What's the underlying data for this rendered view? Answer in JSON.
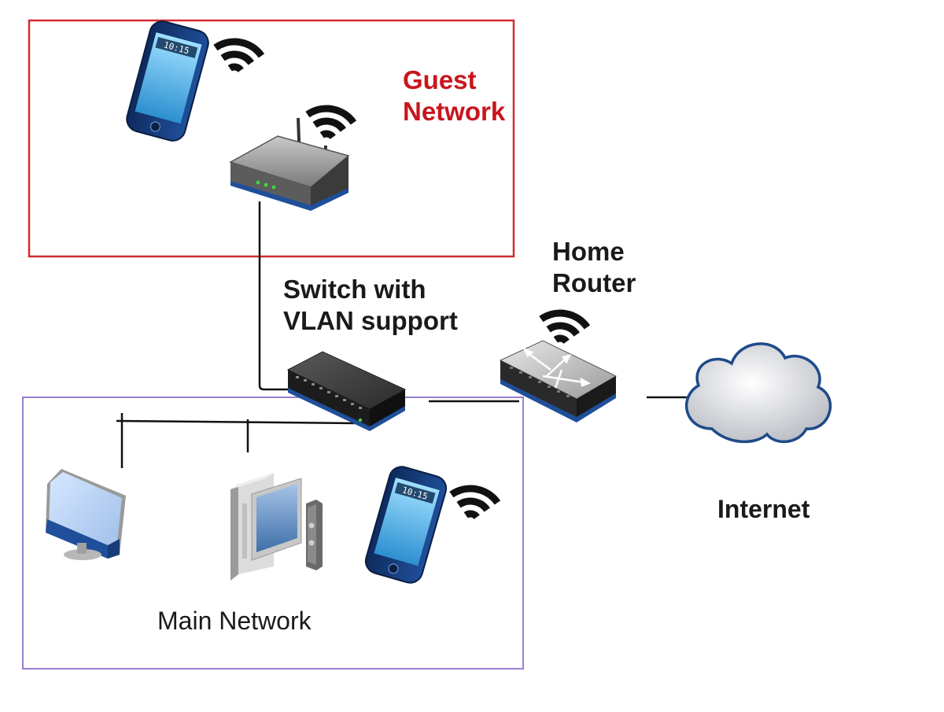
{
  "labels": {
    "guest_line1": "Guest",
    "guest_line2": "Network",
    "switch_line1": "Switch with",
    "switch_line2": "VLAN support",
    "router_line1": "Home",
    "router_line2": "Router",
    "internet": "Internet",
    "main": "Main Network"
  },
  "screen_text": {
    "phone_time": "10:15"
  },
  "colors": {
    "guest_border": "#d42a33",
    "main_border": "#9a7fd1",
    "guest_text": "#c8151d",
    "device_blue": "#1f4f9a",
    "cloud_outline": "#1f4a8a",
    "screen_blue": "#4fb0e0",
    "wire": "#111111"
  },
  "icons": [
    "phone-icon",
    "wifi-icon",
    "wireless-access-point-icon",
    "switch-icon",
    "router-icon",
    "cloud-icon",
    "monitor-icon",
    "desktop-pc-icon"
  ]
}
